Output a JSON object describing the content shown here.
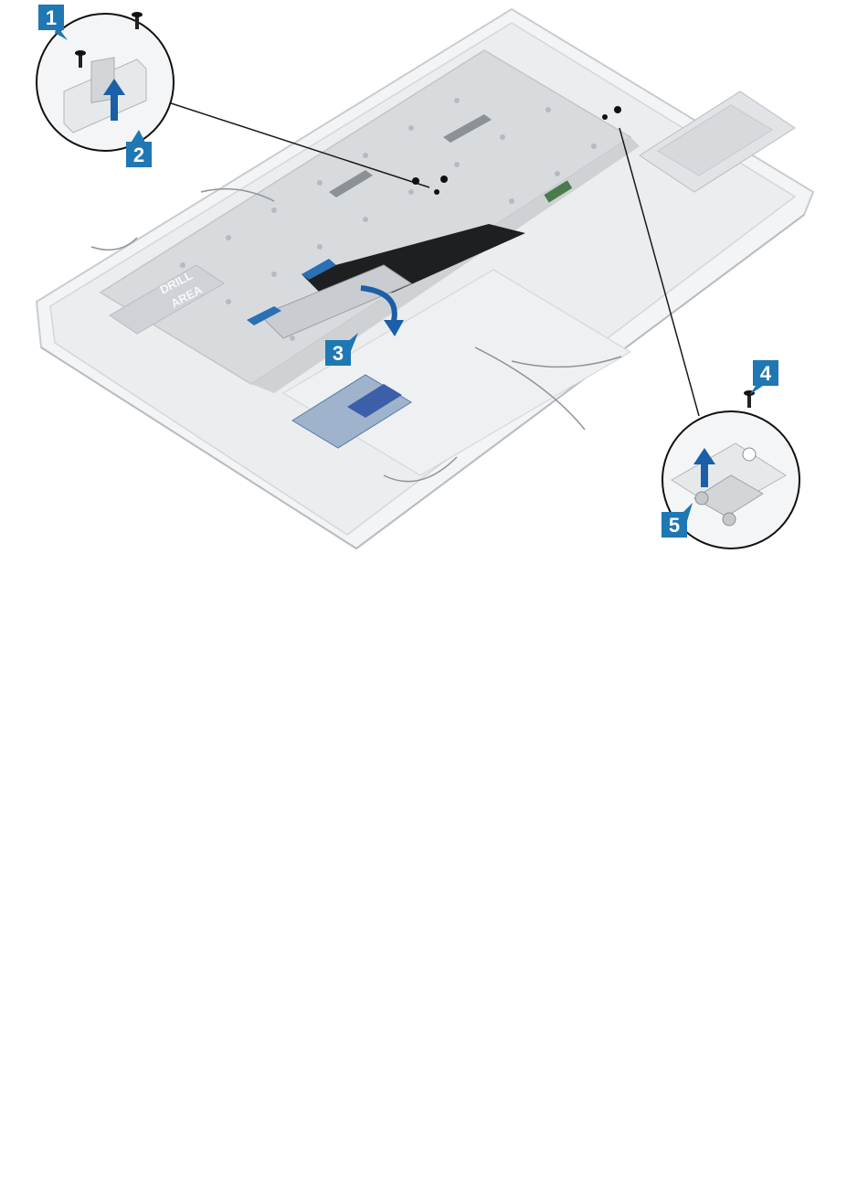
{
  "figure": {
    "steps": [
      "1",
      "2",
      "3",
      "4",
      "5"
    ],
    "panel_text": {
      "drill_area": [
        "DRILL",
        "AREA"
      ]
    },
    "colors": {
      "step_badge": "#1f77b4",
      "arrow": "#1a5fa8",
      "line": "#1a1a1a",
      "chassis": "#f2f3f4",
      "keyboard_plate": "#d9dcdf",
      "flex_cable": "#1a1a1a",
      "pcb_blue": "#3b5fa8"
    },
    "icons": [
      "screw-icon",
      "bracket-icon",
      "lift-arrow-icon",
      "fold-arrow-icon"
    ]
  }
}
